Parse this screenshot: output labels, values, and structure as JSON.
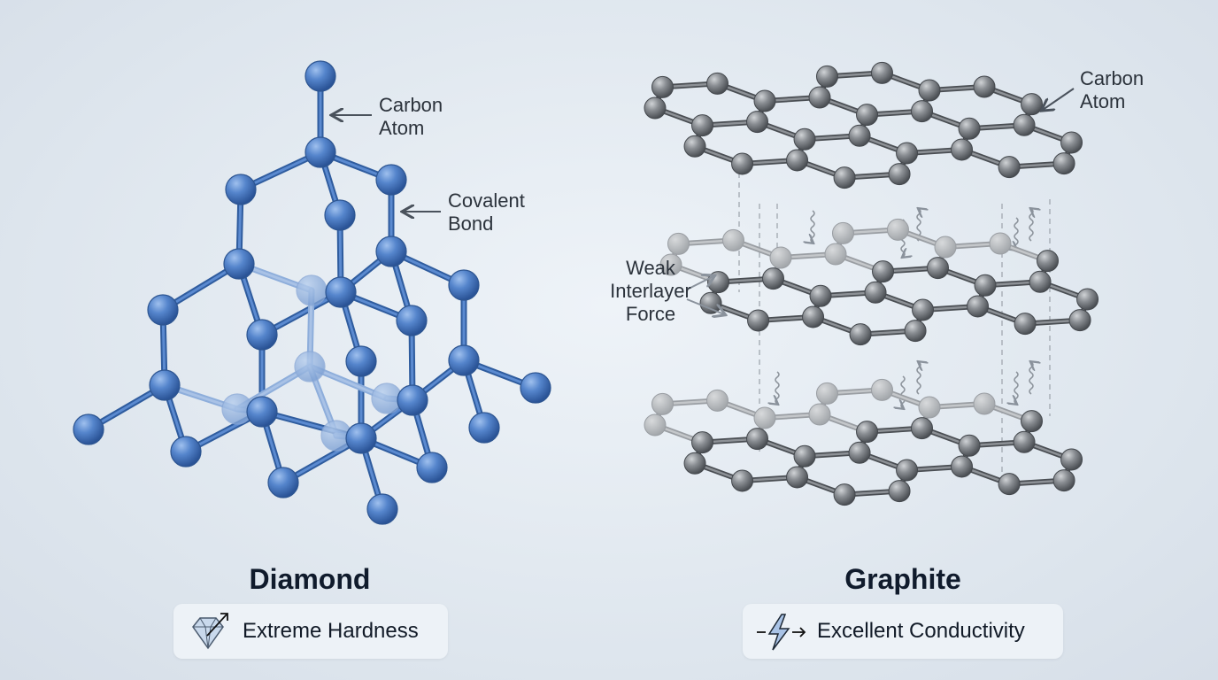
{
  "diamond": {
    "title": "Diamond",
    "labels": {
      "atom_line1": "Carbon",
      "atom_line2": "Atom",
      "bond_line1": "Covalent",
      "bond_line2": "Bond"
    },
    "badge": {
      "icon": "diamond-arrow-icon",
      "text": "Extreme Hardness"
    },
    "atom_color": "#4a7cc4"
  },
  "graphite": {
    "title": "Graphite",
    "labels": {
      "atom_line1": "Carbon",
      "atom_line2": "Atom",
      "force_line1": "Weak",
      "force_line2": "Interlayer",
      "force_line3": "Force"
    },
    "badge": {
      "icon": "lightning-arrow-icon",
      "text": "Excellent Conductivity"
    },
    "atom_color": "#7c8085"
  }
}
